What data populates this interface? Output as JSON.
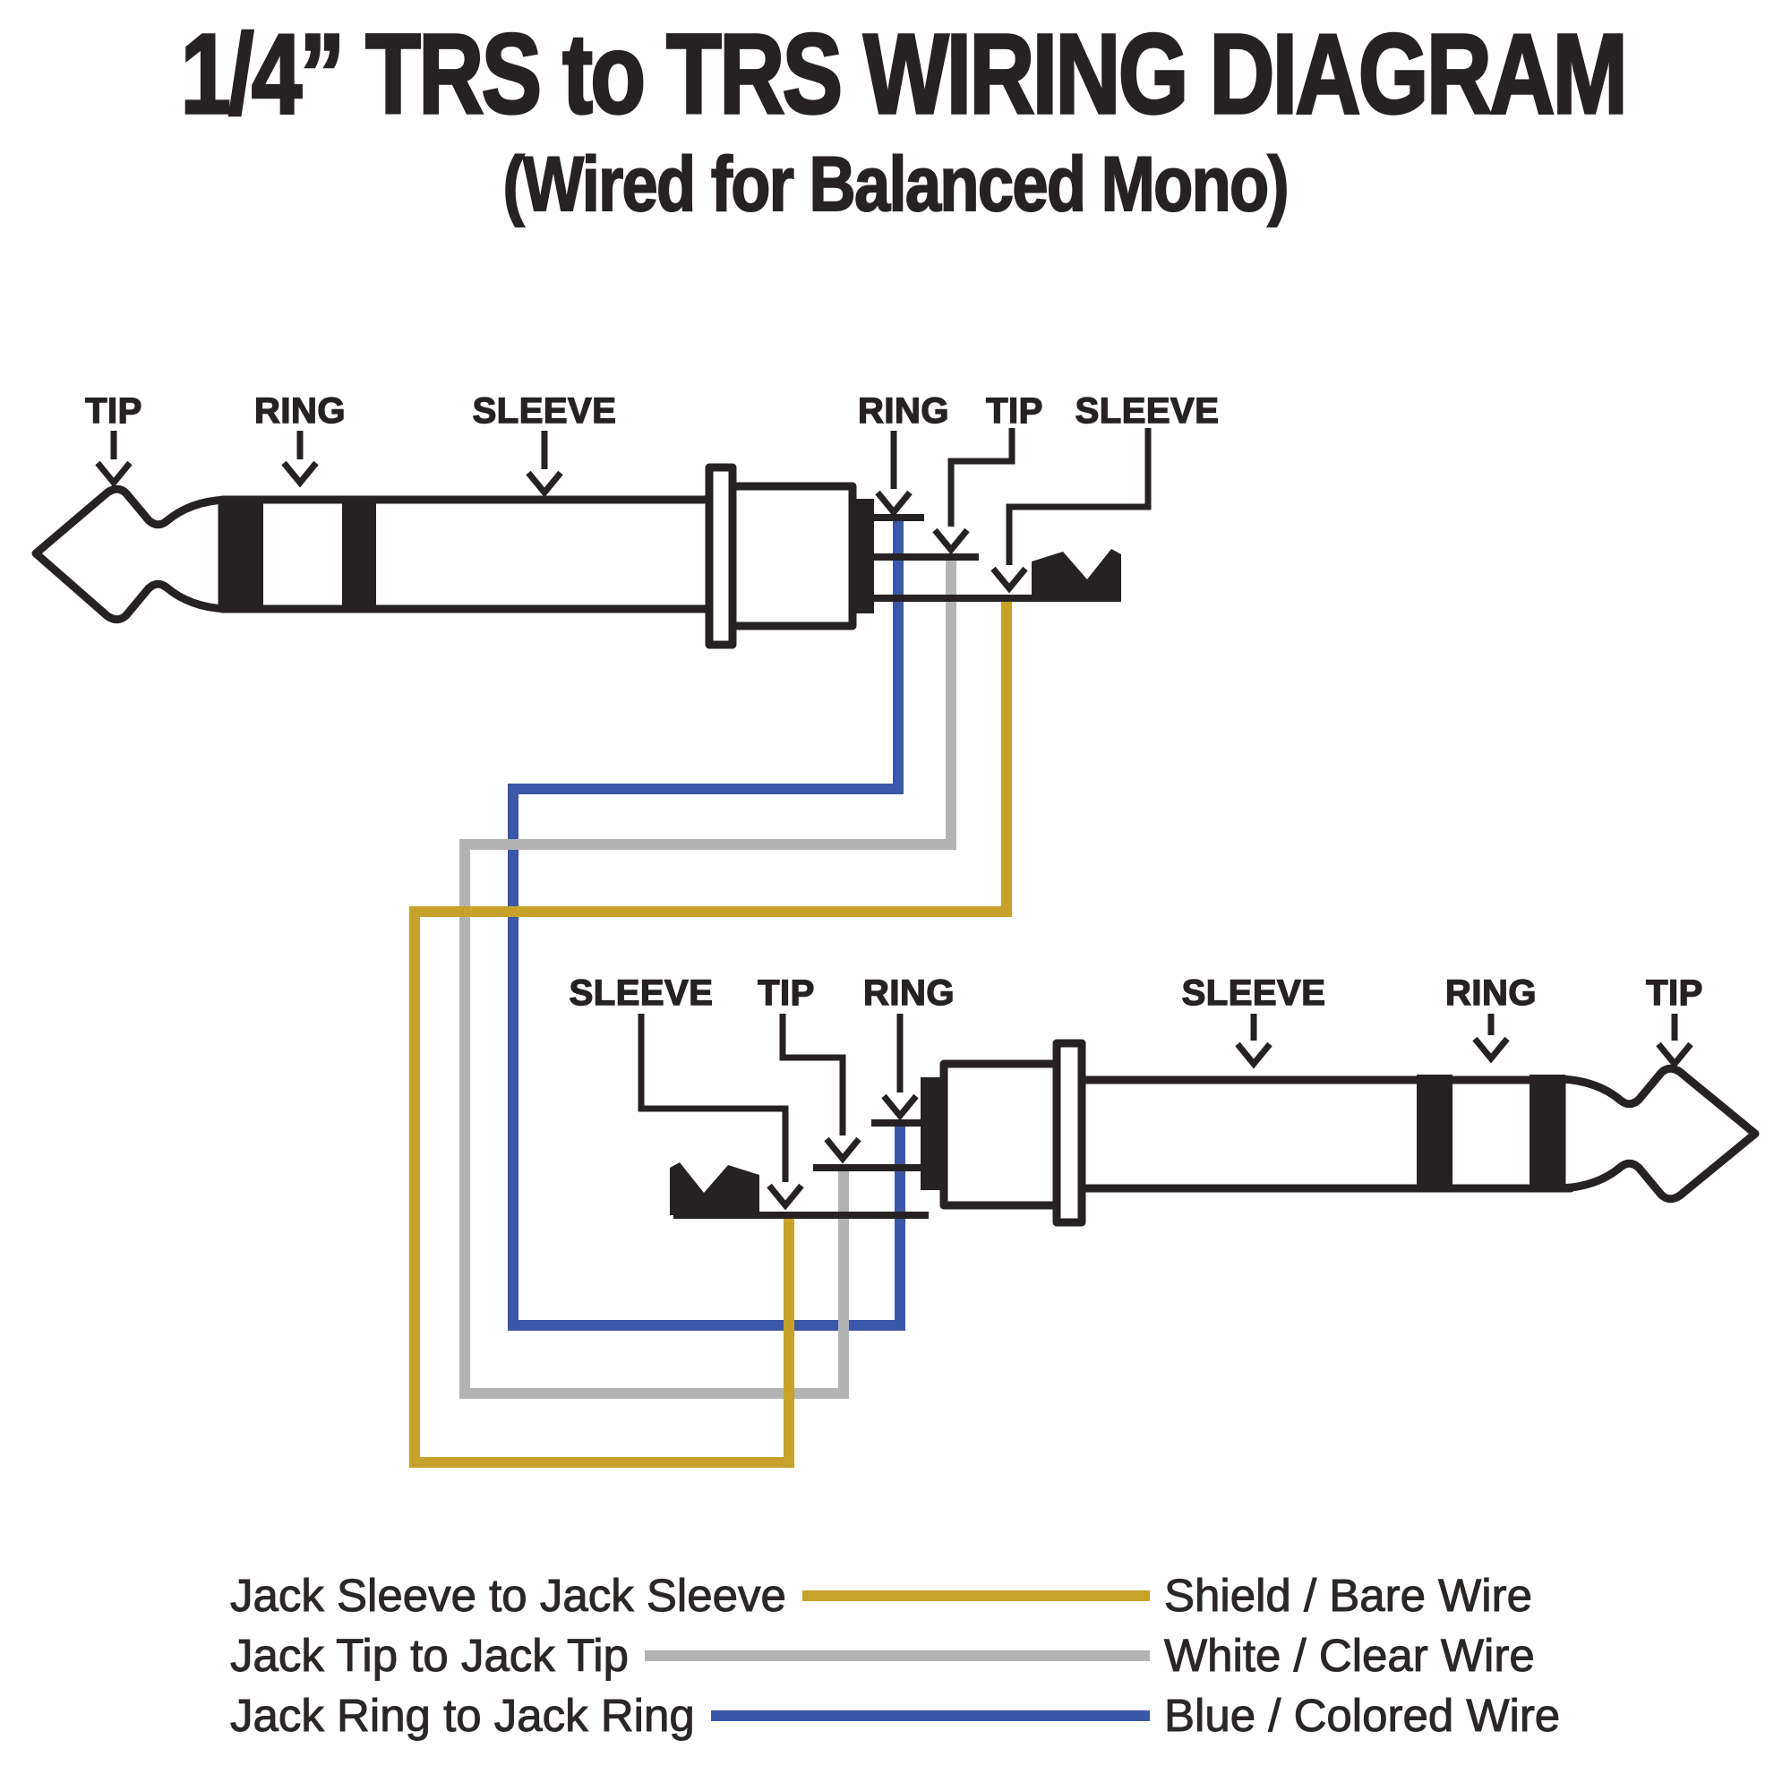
{
  "title": "1/4” TRS to TRS WIRING DIAGRAM",
  "subtitle": "(Wired for Balanced Mono)",
  "colors": {
    "black": "#262223",
    "blue": "#3b57a8",
    "gray": "#b3b3b3",
    "gold": "#c7a22b"
  },
  "top_connector": {
    "name": "upper 1/4-inch TRS plug (points left)",
    "left_labels": [
      "TIP",
      "RING",
      "SLEEVE"
    ],
    "right_labels": [
      "RING",
      "TIP",
      "SLEEVE"
    ]
  },
  "bottom_connector": {
    "name": "lower 1/4-inch TRS plug (points right)",
    "left_labels": [
      "SLEEVE",
      "TIP",
      "RING"
    ],
    "right_labels": [
      "SLEEVE",
      "RING",
      "TIP"
    ]
  },
  "wires": [
    {
      "name": "ring-to-ring wire",
      "color_key": "blue"
    },
    {
      "name": "tip-to-tip wire",
      "color_key": "gray"
    },
    {
      "name": "sleeve-to-sleeve wire",
      "color_key": "gold"
    }
  ],
  "legend": {
    "rows": [
      {
        "connection": "Jack Sleeve to Jack Sleeve",
        "wire": "Shield / Bare Wire",
        "color_key": "gold"
      },
      {
        "connection": "Jack Tip to Jack Tip",
        "wire": "White / Clear Wire",
        "color_key": "gray"
      },
      {
        "connection": "Jack Ring to Jack Ring",
        "wire": "Blue / Colored Wire",
        "color_key": "blue"
      }
    ]
  }
}
